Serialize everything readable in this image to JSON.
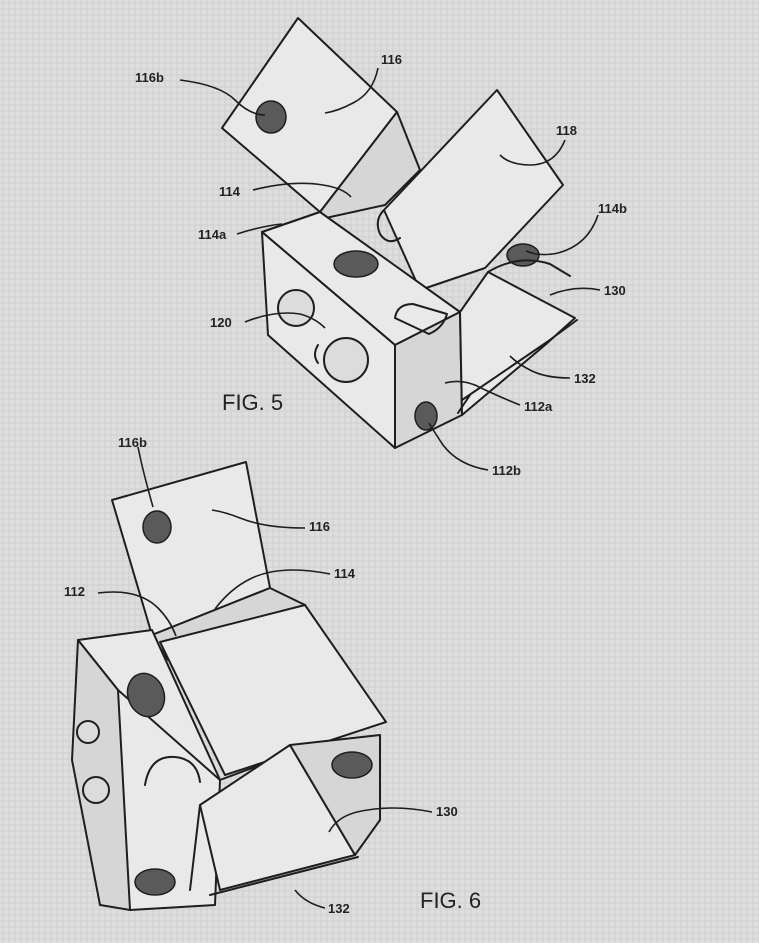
{
  "fig5": {
    "title": "FIG. 5",
    "labels": {
      "l116b": "116b",
      "l116": "116",
      "l118": "118",
      "l114": "114",
      "l114a": "114a",
      "l114b": "114b",
      "l130": "130",
      "l120": "120",
      "l132": "132",
      "l112a": "112a",
      "l112b": "112b"
    }
  },
  "fig6": {
    "title": "FIG. 6",
    "labels": {
      "l116b": "116b",
      "l116": "116",
      "l114": "114",
      "l112": "112",
      "l130": "130",
      "l132": "132"
    }
  }
}
